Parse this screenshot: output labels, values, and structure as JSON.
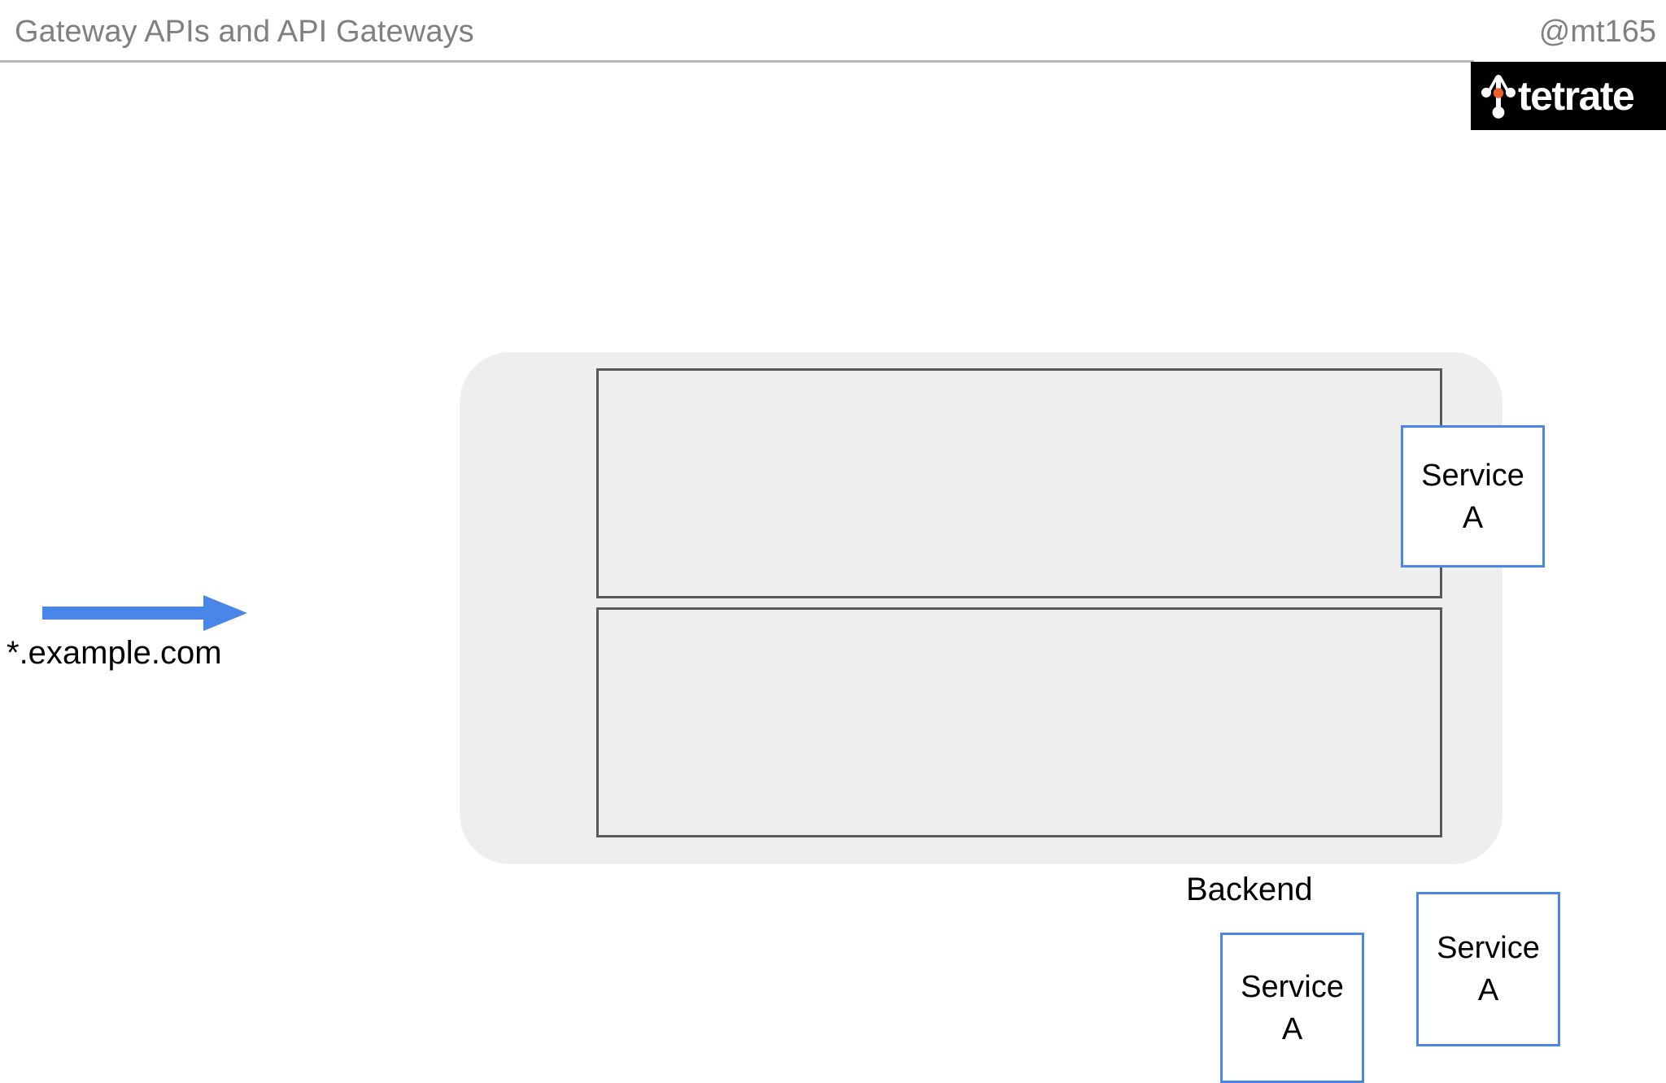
{
  "slide": {
    "title": "Gateway APIs and API Gateways",
    "handle": "@mt165"
  },
  "brand": {
    "name": "tetrate",
    "logo_icon": "tetrate-bridge-icon",
    "background_color": "#000000",
    "text_color": "#ffffff",
    "accent_color": "#e8622a"
  },
  "diagram": {
    "ingress": {
      "arrow_icon": "right-arrow-icon",
      "arrow_color": "#4a86e8",
      "label": "*.example.com"
    },
    "cluster": {
      "caption": "Backend",
      "background_color": "#efeeef",
      "namespaces": [
        {
          "name": "namespace-top",
          "border_color": "#595959",
          "services": [
            {
              "name": "Service A",
              "line1": "Service",
              "line2": "A",
              "border_color": "#4a86e8",
              "fill_color": "#ffffff"
            }
          ]
        },
        {
          "name": "namespace-bottom",
          "border_color": "#595959",
          "services": [
            {
              "name": "Service A",
              "line1": "Service",
              "line2": "A",
              "border_color": "#4a86e8",
              "fill_color": "#ffffff"
            },
            {
              "name": "Service A",
              "line1": "Service",
              "line2": "A",
              "border_color": "#4a86e8",
              "fill_color": "#ffffff"
            }
          ]
        }
      ]
    }
  }
}
